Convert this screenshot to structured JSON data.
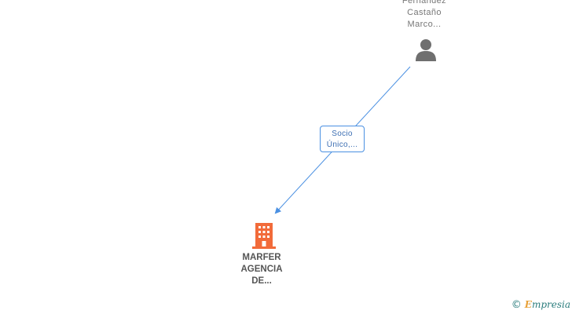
{
  "person": {
    "name_lines": [
      "Fernandez",
      "Castaño",
      "Marco..."
    ],
    "icon": "person-icon"
  },
  "relation": {
    "label_lines": [
      "Socio",
      "Único,..."
    ]
  },
  "company": {
    "name_lines": [
      "MARFER",
      "AGENCIA",
      "DE..."
    ],
    "icon": "building-icon"
  },
  "footer": {
    "copyright_symbol": "©",
    "brand_first": "E",
    "brand_rest": "mpresia"
  },
  "colors": {
    "edge": "#4a90e2",
    "company_icon": "#f26b3a",
    "person_icon": "#6f6f6f"
  }
}
